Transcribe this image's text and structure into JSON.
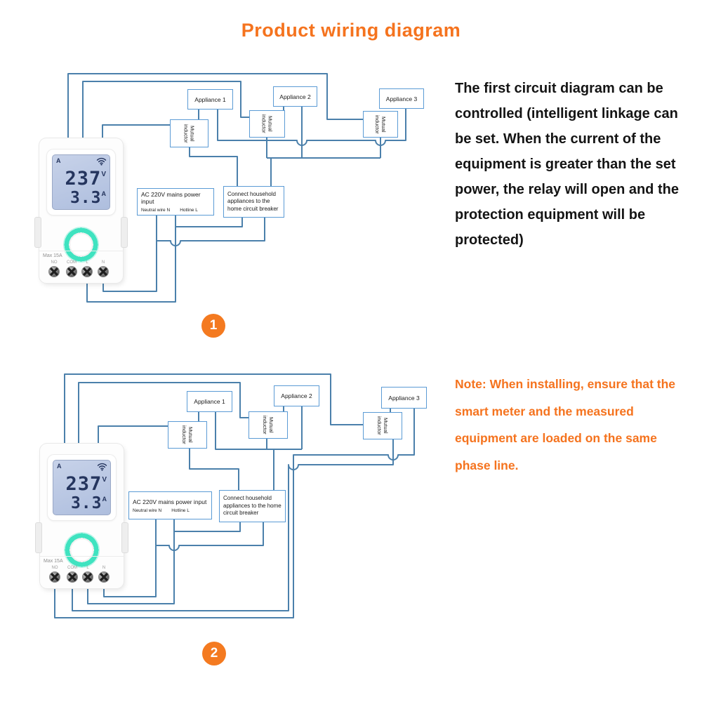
{
  "title": "Product wiring diagram",
  "description": "The first circuit diagram can be controlled (intelligent linkage can be set. When the current of the equipment is greater than the set power, the relay will open and the protection equipment will be protected)",
  "note": "Note: When installing, ensure that the smart meter and the measured equipment are loaded on the same phase line.",
  "device": {
    "mode_indicator": "A",
    "voltage_value": "237",
    "voltage_unit": "V",
    "current_value": "3.3",
    "current_unit": "A",
    "max_rating": "Max 15A",
    "terminals": [
      "NO",
      "COM",
      "L",
      "N"
    ]
  },
  "diagram1": {
    "badge": "1",
    "appliance1": "Appliance 1",
    "appliance2": "Appliance 2",
    "appliance3": "Appliance 3",
    "mutual_inductor": "Mutual inductor",
    "power_box_title": "AC 220V mains power input",
    "power_box_neutral": "Neutral wire N",
    "power_box_hotline": "Hotline L",
    "breaker_box": "Connect household appliances to the home circuit breaker"
  },
  "diagram2": {
    "badge": "2",
    "appliance1": "Appliance 1",
    "appliance2": "Appliance 2",
    "appliance3": "Appliance 3",
    "mutual_inductor": "Mutual inductor",
    "power_box_title": "AC 220V mains power input",
    "power_box_neutral": "Neutral wire N",
    "power_box_hotline": "Hotline L",
    "breaker_box": "Connect household appliances to the home circuit breaker"
  },
  "colors": {
    "accent_orange": "#f5731e",
    "badge_orange": "#f47a20",
    "wire_blue": "#4b80ab",
    "box_border_blue": "#5b9bd5",
    "lcd_text_navy": "#25355e",
    "button_glow_teal": "#3fe3c0"
  }
}
